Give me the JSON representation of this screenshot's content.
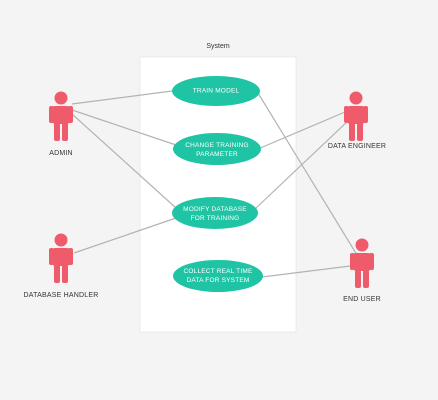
{
  "diagram": {
    "system_label": "System",
    "colors": {
      "actor": "#ef5b6a",
      "use_case": "#1fc4a4",
      "system_box": "#ffffff",
      "line": "#b3b3b3"
    },
    "actors": {
      "admin": "ADMIN",
      "database_handler": "DATABASE HANDLER",
      "data_engineer": "DATA ENGINEER",
      "end_user": "END USER"
    },
    "use_cases": {
      "train_model": "TRAIN MODEL",
      "change_training_line1": "CHANGE TRAINING",
      "change_training_line2": "PARAMETER",
      "modify_db_line1": "MODIFY DATABASE",
      "modify_db_line2": "FOR TRAINING",
      "collect_line1": "COLLECT REAL TIME",
      "collect_line2": "DATA FOR SYSTEM"
    }
  }
}
